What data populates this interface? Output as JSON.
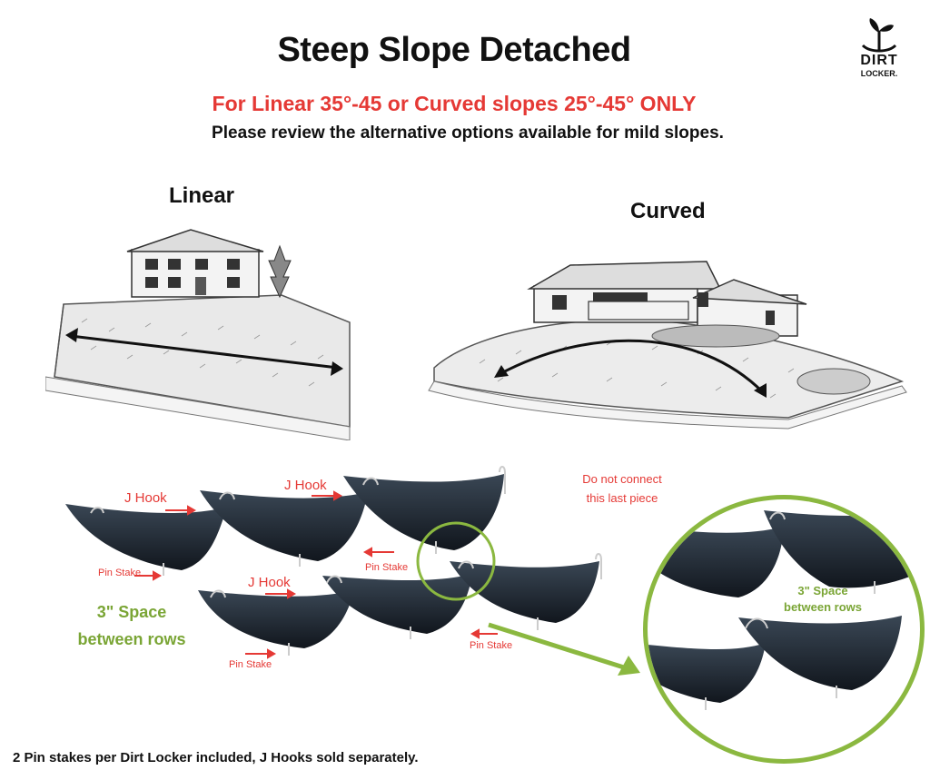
{
  "header": {
    "title": "Steep Slope Detached",
    "subtitle_red": "For Linear 35°-45 or Curved slopes 25°-45° ONLY",
    "subtitle_black": "Please review the alternative options available for mild slopes."
  },
  "logo": {
    "line1": "DIRT",
    "line2": "LOCKER."
  },
  "panels": {
    "linear": "Linear",
    "curved": "Curved"
  },
  "diagram": {
    "jhook_label": "J Hook",
    "pin_stake_label": "Pin Stake",
    "do_not_connect": "Do not connect this last piece",
    "space_label": "3\" Space between rows"
  },
  "footer": "2 Pin stakes per Dirt Locker included, J Hooks sold separately.",
  "colors": {
    "red": "#e53935",
    "green": "#7aa535",
    "panel": "#1f2a36"
  }
}
